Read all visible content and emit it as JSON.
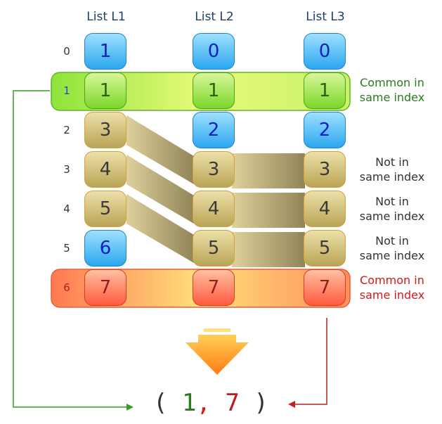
{
  "headers": [
    "List  L1",
    "List  L2",
    "List  L3"
  ],
  "indices": [
    "0",
    "1",
    "2",
    "3",
    "4",
    "5",
    "6"
  ],
  "lists": {
    "l1": [
      "1",
      "1",
      "3",
      "4",
      "5",
      "6",
      "7"
    ],
    "l2": [
      "0",
      "1",
      "2",
      "3",
      "4",
      "5",
      "7"
    ],
    "l3": [
      "0",
      "1",
      "2",
      "3",
      "4",
      "5",
      "7"
    ]
  },
  "notes": {
    "common_1": [
      "Common in",
      "same index"
    ],
    "not_3": [
      "Not in",
      "same index"
    ],
    "not_4": [
      "Not in",
      "same index"
    ],
    "not_5": [
      "Not in",
      "same index"
    ],
    "common_6": [
      "Common in",
      "same index"
    ]
  },
  "result": {
    "open": "(",
    "first": "1",
    "sep": ",",
    "second": "7",
    "close": ")"
  },
  "colors": {
    "green": "#2a7a1e",
    "red": "#d01a1a",
    "blue_text": "#1020c0",
    "arrow_orange": "#ff8a1a"
  }
}
